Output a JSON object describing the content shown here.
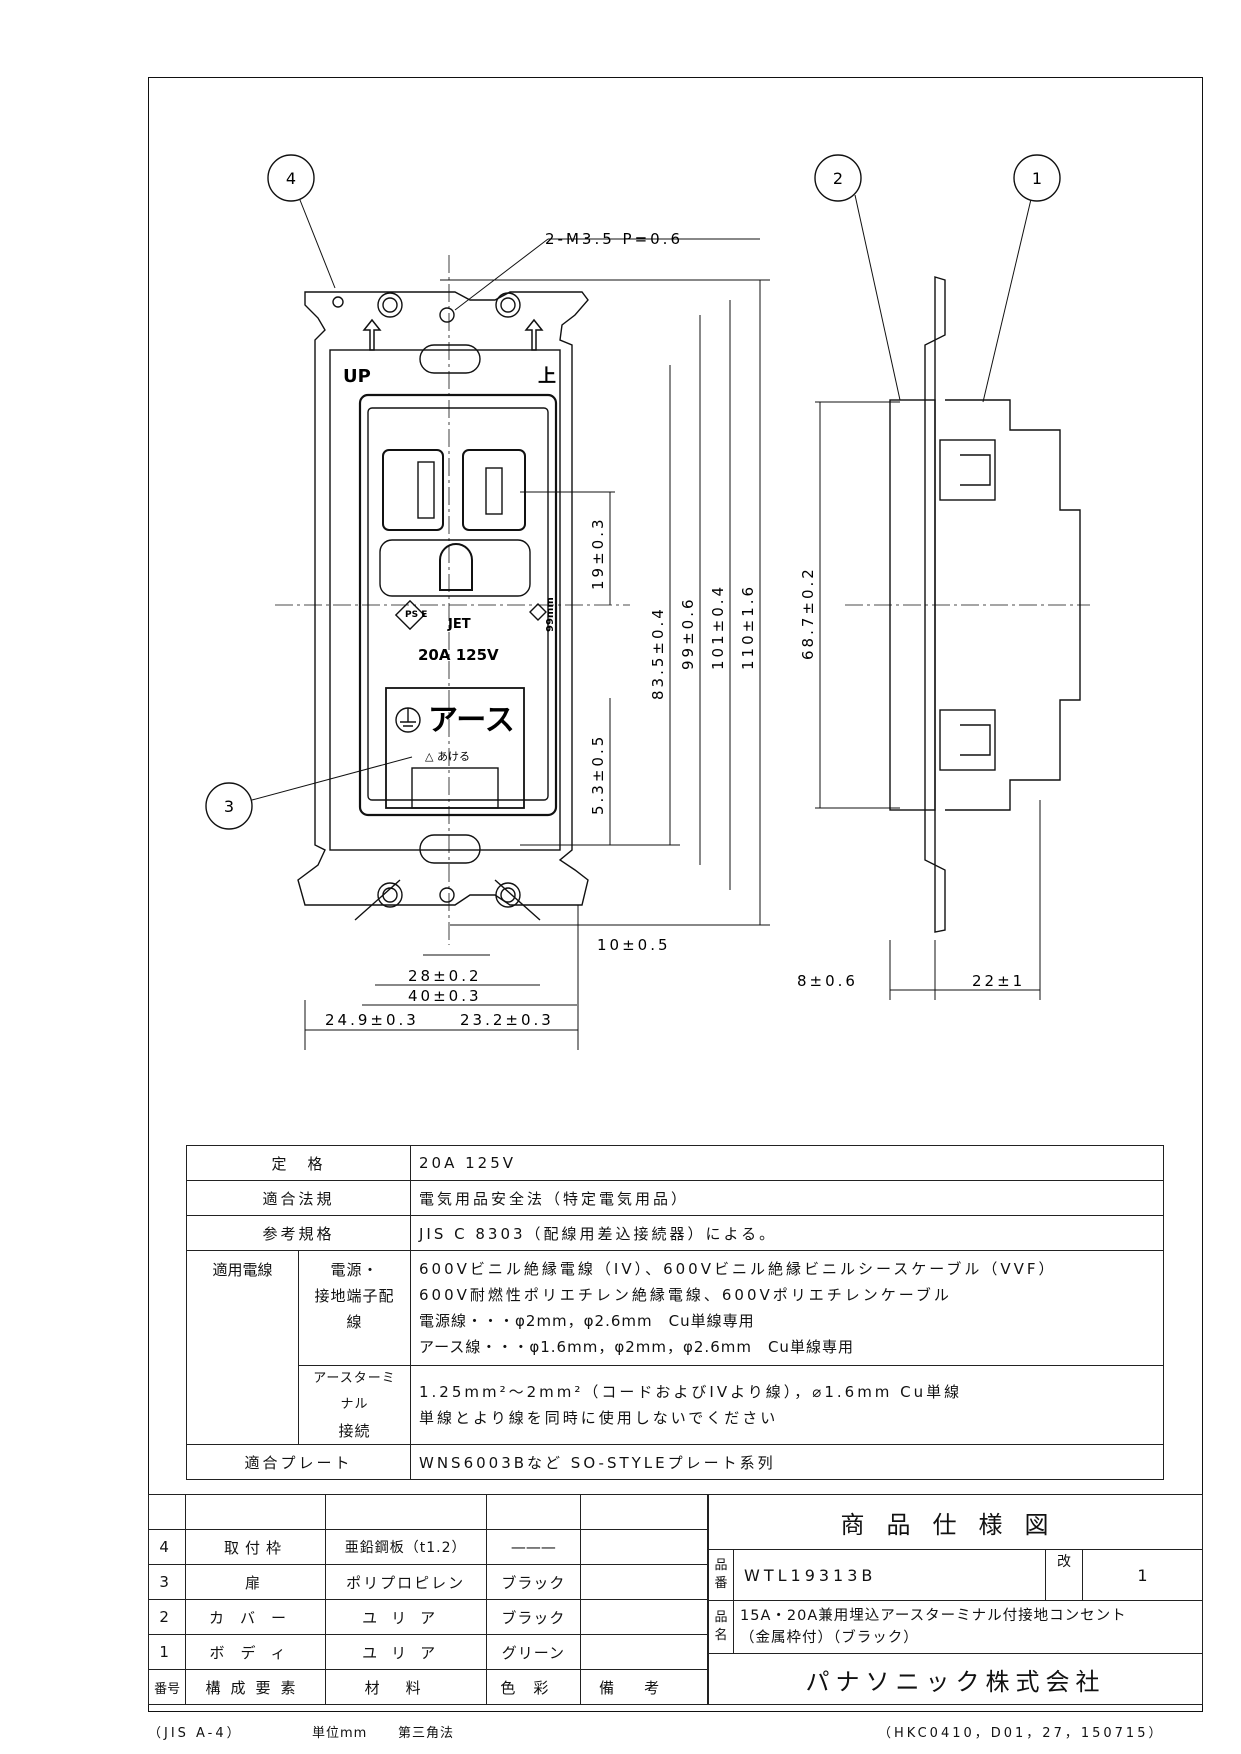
{
  "drawing": {
    "balloons": [
      "4",
      "2",
      "1",
      "3"
    ],
    "screw_label": "2-M3.5 P=0.6",
    "up_label": "UP",
    "jp_up_label": "上",
    "device_rating": "20A 125V",
    "jet_label": "JET",
    "pse_label": "PS E",
    "earth_label": "アース",
    "open_label": "△ あける",
    "side_mark": "99mm",
    "dims": {
      "d19": "19±0.3",
      "d83": "83.5±0.4",
      "d99": "99±0.6",
      "d101": "101±0.4",
      "d110": "110±1.6",
      "d5": "5.3±0.5",
      "d10": "10±0.5",
      "d28": "28±0.2",
      "d40": "40±0.3",
      "d249": "24.9±0.3",
      "d232": "23.2±0.3",
      "d687": "68.7±0.2",
      "d8": "8±0.6",
      "d22": "22±1"
    }
  },
  "spec": {
    "rating_label": "定　格",
    "rating_value": "20A 125V",
    "law_label": "適合法規",
    "law_value": "電気用品安全法（特定電気用品）",
    "std_label": "参考規格",
    "std_value": "JIS C 8303（配線用差込接続器）による。",
    "wire_label": "適用電線",
    "power_label_1": "電源・",
    "power_label_2": "接地端子配線",
    "power_lines": [
      "600Vビニル絶縁電線（IV）、600Vビニル絶縁ビニルシースケーブル（VVF）",
      "600V耐燃性ポリエチレン絶縁電線、600Vポリエチレンケーブル",
      "電源線・・・φ2mm，φ2.6mm　Cu単線専用",
      "アース線・・・φ1.6mm，φ2mm，φ2.6mm　Cu単線専用"
    ],
    "earth_label_1": "アースターミナル",
    "earth_label_2": "接続",
    "earth_lines": [
      "1.25mm²～2mm²（コードおよびIVより線），⌀1.6mm Cu単線",
      "単線とより線を同時に使用しないでください"
    ],
    "plate_label": "適合プレート",
    "plate_value": "WNS6003Bなど SO-STYLEプレート系列"
  },
  "parts": {
    "rows": [
      {
        "no": "4",
        "name": "取付枠",
        "material": "亜鉛鋼板（t1.2）",
        "color": "———",
        "note": ""
      },
      {
        "no": "3",
        "name": "扉",
        "material": "ポリプロピレン",
        "color": "ブラック",
        "note": ""
      },
      {
        "no": "2",
        "name": "カバー",
        "material": "ユリア",
        "color": "ブラック",
        "note": ""
      },
      {
        "no": "1",
        "name": "ボディ",
        "material": "ユリア",
        "color": "グリーン",
        "note": ""
      }
    ],
    "header": {
      "no": "番号",
      "name": "構成要素",
      "material": "材料",
      "color": "色彩",
      "note": "備考"
    }
  },
  "titleblock": {
    "title": "商品仕様図",
    "hin": "品",
    "ban": "番",
    "mei": "名",
    "part_no": "WTL19313B",
    "rev_label": "改",
    "rev_value": "1",
    "name_line1": "15A・20A兼用埋込アースターミナル付接地コンセント",
    "name_line2": "（金属枠付）（ブラック）",
    "company": "パナソニック株式会社"
  },
  "footer": {
    "paper": "（JIS A-4）",
    "unit": "単位mm",
    "proj": "第三角法",
    "code": "（HKC0410，D01，27，150715）"
  }
}
